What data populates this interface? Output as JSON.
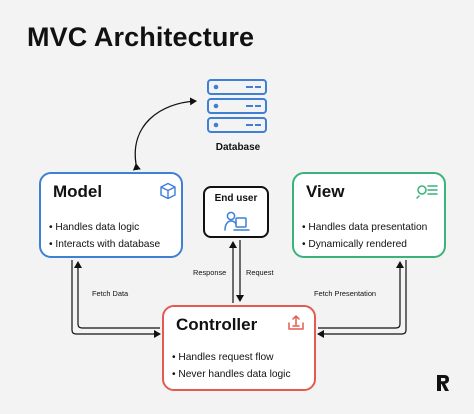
{
  "title": "MVC Architecture",
  "database": {
    "label": "Database"
  },
  "model": {
    "title": "Model",
    "bullets": [
      "Handles data logic",
      "Interacts with database"
    ]
  },
  "view": {
    "title": "View",
    "bullets": [
      "Handles data presentation",
      "Dynamically rendered"
    ]
  },
  "controller": {
    "title": "Controller",
    "bullets": [
      "Handles request flow",
      "Never handles data logic"
    ]
  },
  "end_user": {
    "label": "End user"
  },
  "edges": {
    "fetch_data": "Fetch Data",
    "fetch_presentation": "Fetch Presentation",
    "response": "Response",
    "request": "Request"
  },
  "colors": {
    "model": "#3f7fd4",
    "view": "#3ab27a",
    "controller": "#e35b50",
    "database": "#3f7fd4",
    "background": "#f3f3f3"
  },
  "icons": {
    "model": "cube-icon",
    "view": "search-list-icon",
    "controller": "tray-upload-icon",
    "end_user": "user-laptop-icon",
    "database": "server-stack-icon",
    "logo": "brand-logo"
  }
}
